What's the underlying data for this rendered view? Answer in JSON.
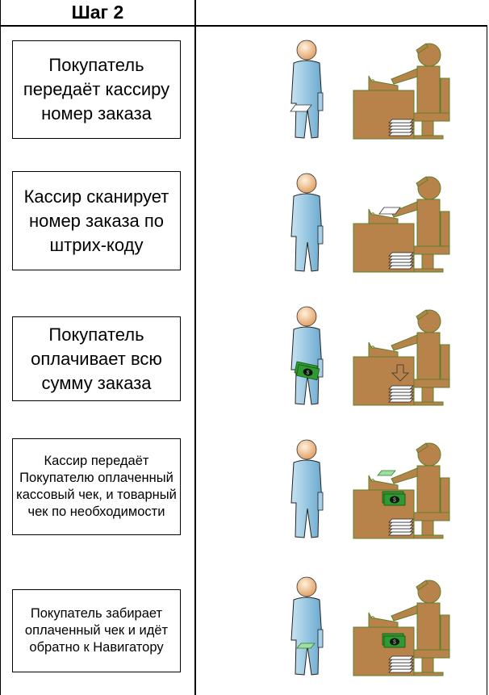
{
  "header": {
    "step_title": "Шаг 2",
    "right_header": ""
  },
  "steps": [
    {
      "text": "Покупатель передаёт кассиру номер заказа",
      "variant": "customer-hands-paper"
    },
    {
      "text": "Кассир сканирует номер заказа по штрих-коду",
      "variant": "cashier-scans-paper"
    },
    {
      "text": "Покупатель оплачивает всю сумму заказа",
      "variant": "customer-pays-cash"
    },
    {
      "text": "Кассир передаёт Покупателю оплаченный кассовый чек, и товарный чек по необходимости",
      "variant": "cashier-gives-receipt"
    },
    {
      "text": "Покупатель забирает оплаченный чек и идёт обратно к Навигатору",
      "variant": "customer-takes-receipt"
    }
  ],
  "colors": {
    "customer": "#8fc3dc",
    "cashier": "#b8834a",
    "cashier_outline": "#5e7f2a",
    "cash": "#2f9a2f"
  }
}
